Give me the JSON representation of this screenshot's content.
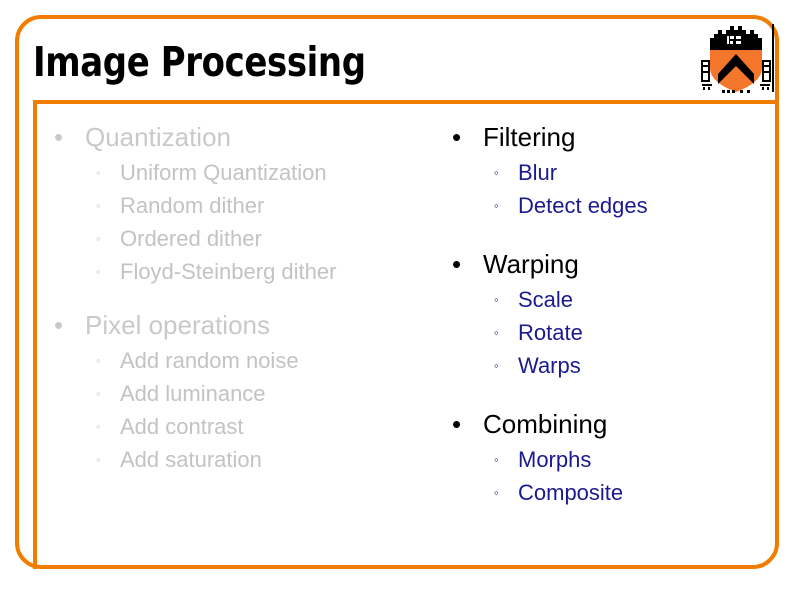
{
  "slide": {
    "title": "Image Processing",
    "logo_name": "princeton-shield-logo",
    "accent_color": "#F07C00",
    "dim_text_color": "#C3C3C3",
    "link_text_color": "#1B1B8F",
    "bullet_level1": "•",
    "bullet_level2": "◦"
  },
  "columns": {
    "left": {
      "state": "dimmed",
      "groups": [
        {
          "heading": "Quantization",
          "items": [
            "Uniform Quantization",
            "Random dither",
            "Ordered dither",
            "Floyd-Steinberg dither"
          ]
        },
        {
          "heading": "Pixel operations",
          "items": [
            "Add random noise",
            "Add luminance",
            "Add contrast",
            "Add saturation"
          ]
        }
      ]
    },
    "right": {
      "state": "active",
      "groups": [
        {
          "heading": "Filtering",
          "items": [
            "Blur",
            "Detect edges"
          ]
        },
        {
          "heading": "Warping",
          "items": [
            "Scale",
            "Rotate",
            "Warps"
          ]
        },
        {
          "heading": "Combining",
          "items": [
            "Morphs",
            "Composite"
          ]
        }
      ]
    }
  }
}
